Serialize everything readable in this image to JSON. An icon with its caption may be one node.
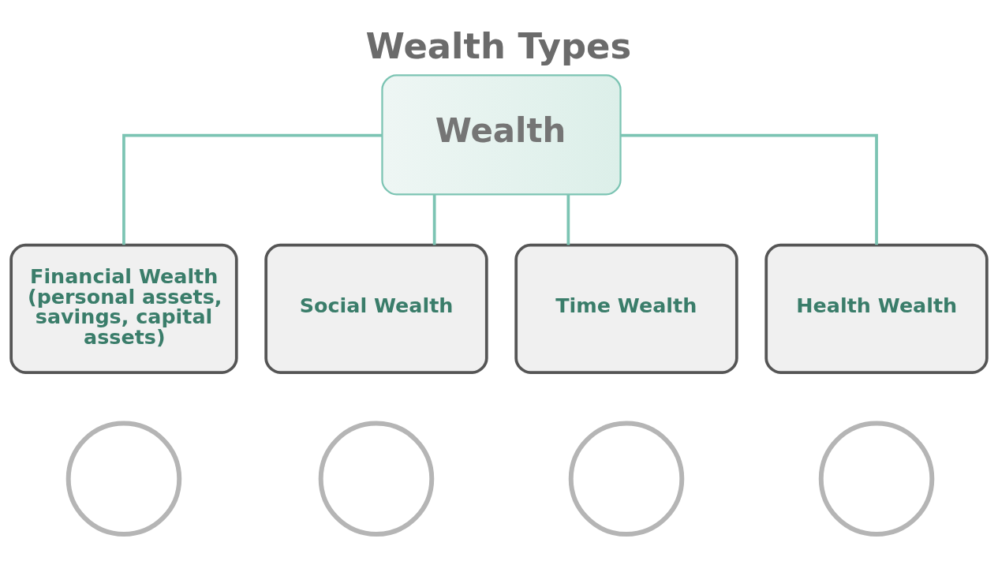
{
  "diagram": {
    "title": "Wealth Types",
    "nodes": [
      {
        "text": [
          "Wealth"
        ]
      },
      {
        "text": [
          "Financial Wealth (personal assets, savings, capital assets)"
        ]
      },
      {
        "text": [
          "Social Wealth"
        ]
      },
      {
        "text": [
          "Time Wealth"
        ]
      },
      {
        "text": [
          "Health Wealth"
        ]
      },
      {
        "text": [],
        "shape": "circle"
      },
      {
        "text": [],
        "shape": "circle"
      },
      {
        "text": [],
        "shape": "circle"
      },
      {
        "text": [],
        "shape": "circle"
      }
    ],
    "edges": [
      {
        "from": 0,
        "to": 1,
        "arrow": "none"
      },
      {
        "from": 0,
        "to": 2,
        "arrow": "none"
      },
      {
        "from": 0,
        "to": 3,
        "arrow": "none"
      },
      {
        "from": 0,
        "to": 4,
        "arrow": "none"
      }
    ]
  }
}
